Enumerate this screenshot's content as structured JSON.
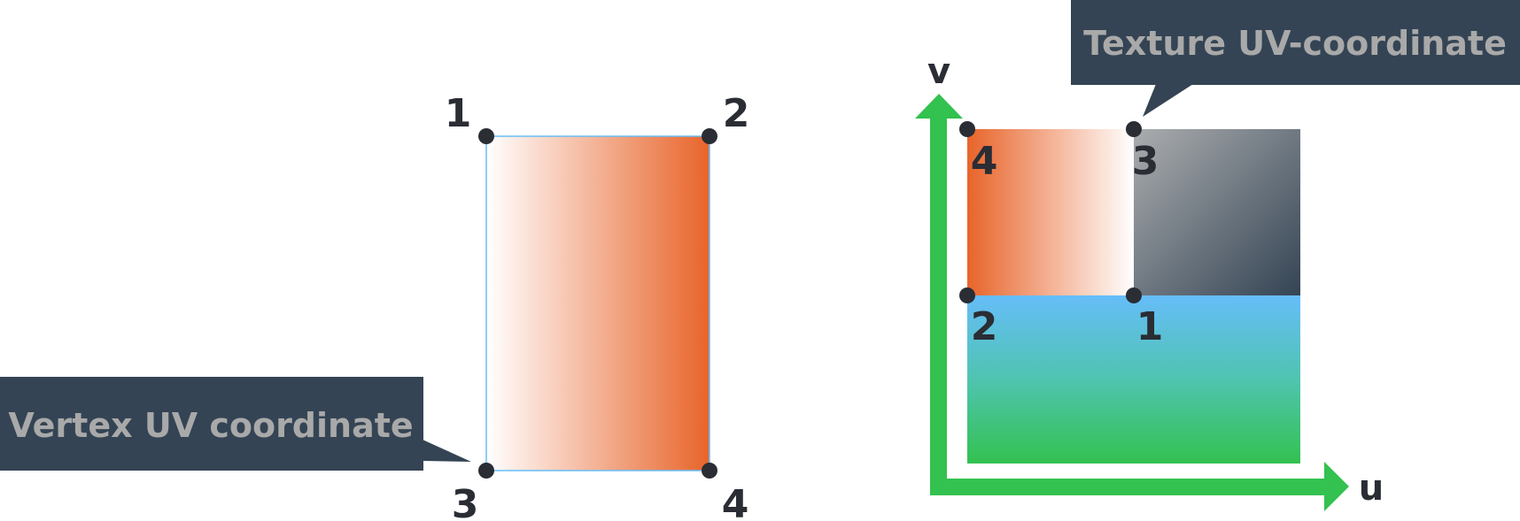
{
  "left": {
    "callout": "Vertex UV coordinate",
    "vertices": [
      "1",
      "2",
      "3",
      "4"
    ]
  },
  "right": {
    "callout": "Texture UV-coordinate",
    "axis_v": "v",
    "axis_u": "u",
    "vertices": [
      "4",
      "3",
      "2",
      "1"
    ]
  },
  "colors": {
    "callout_bg": "#344454",
    "callout_text": "#a9a9a9",
    "orange": "#e8642a",
    "axis_green": "#33c150",
    "blue": "#66bdf9",
    "vertex_dot": "#2a2d34"
  }
}
